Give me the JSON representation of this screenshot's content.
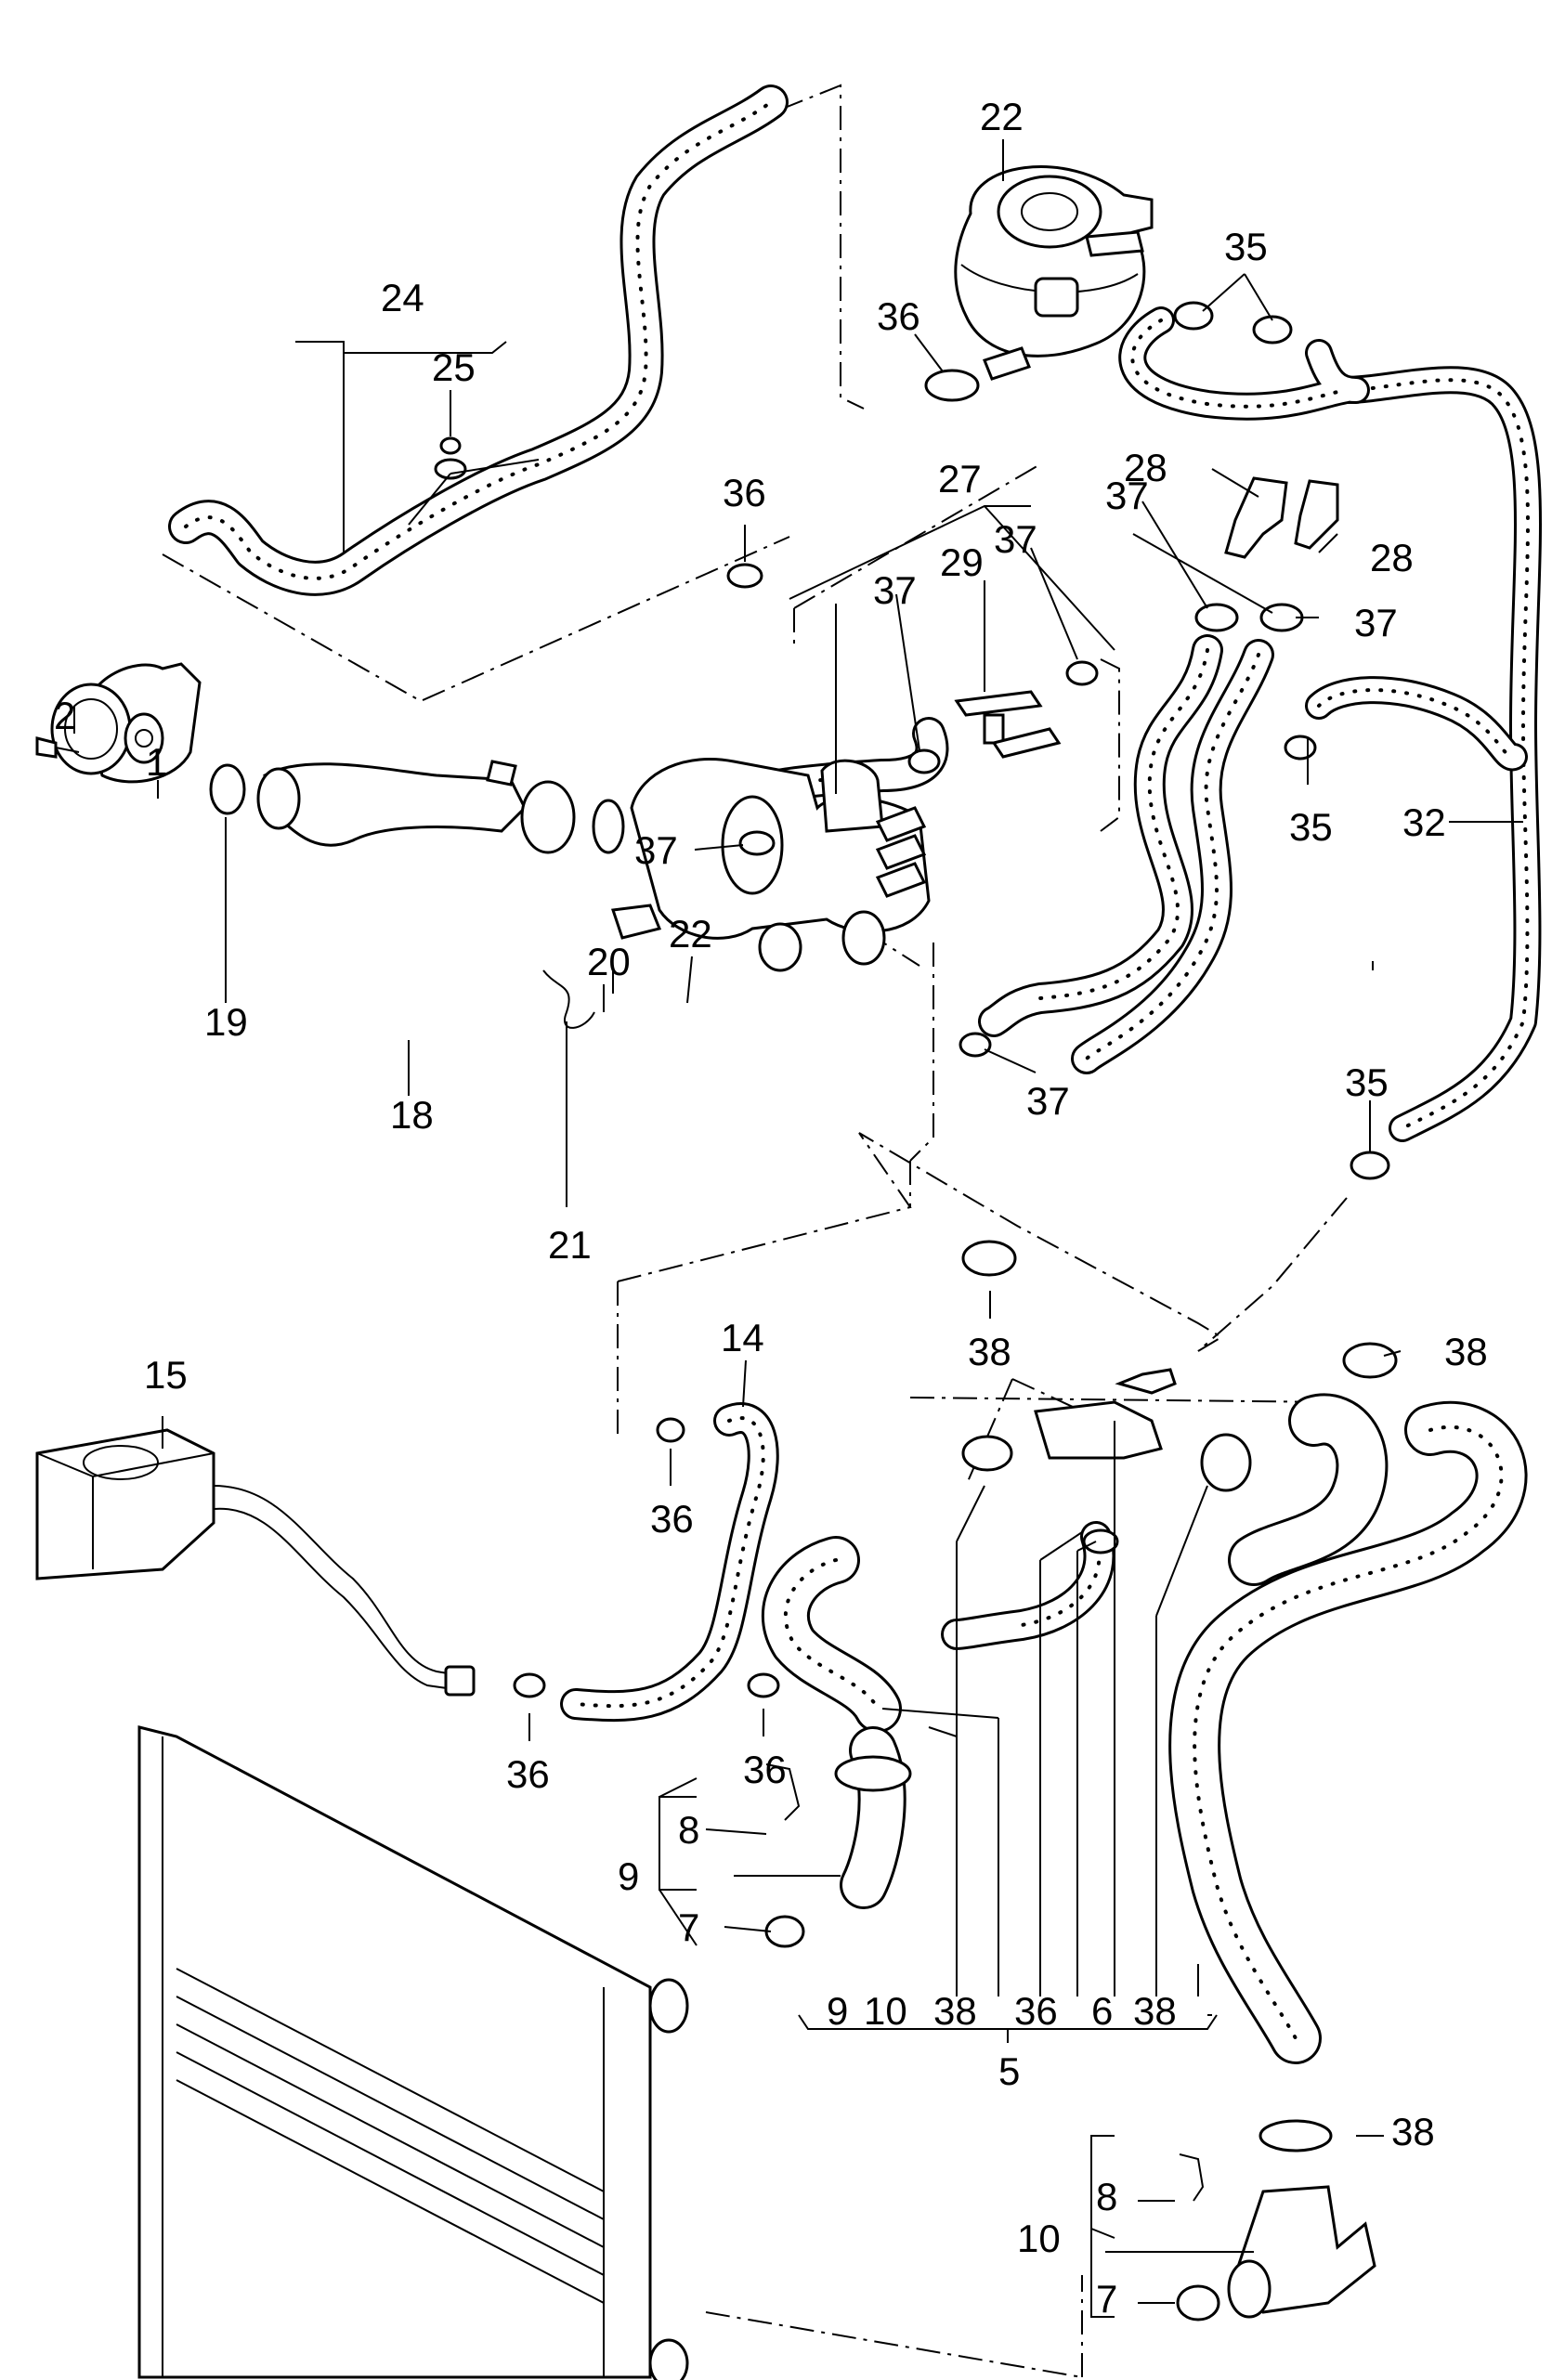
{
  "diagram": {
    "callouts": {
      "c1": "1",
      "c2": "2",
      "c5": "5",
      "c6": "6",
      "c7a": "7",
      "c7b": "7",
      "c8a": "8",
      "c8b": "8",
      "c9a": "9",
      "c9b": "9",
      "c10a": "10",
      "c10b": "10",
      "c14": "14",
      "c15": "15",
      "c18": "18",
      "c19": "19",
      "c20": "20",
      "c21": "21",
      "c22a": "22",
      "c22b": "22",
      "c24": "24",
      "c25": "25",
      "c27": "27",
      "c28a": "28",
      "c28b": "28",
      "c29": "29",
      "c32": "32",
      "c35a": "35",
      "c35b": "35",
      "c35c": "35",
      "c36a": "36",
      "c36b": "36",
      "c36c": "36",
      "c36d": "36",
      "c36e": "36",
      "c36f": "36",
      "c37a": "37",
      "c37b": "37",
      "c37c": "37",
      "c37d": "37",
      "c37e": "37",
      "c37f": "37",
      "c38a": "38",
      "c38b": "38",
      "c38c": "38",
      "c38d": "38",
      "c38e": "38"
    }
  }
}
